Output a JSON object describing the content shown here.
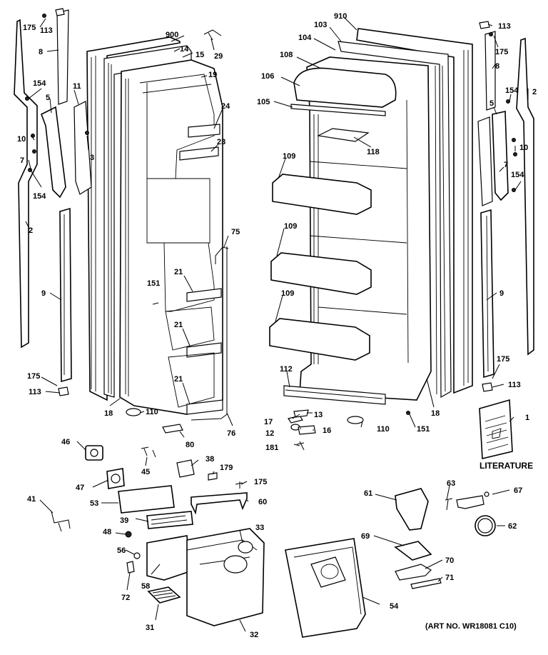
{
  "diagram": {
    "literature_label": "LITERATURE",
    "art_no": "(ART NO. WR18081 C10)",
    "callouts": {
      "c175a": "175",
      "c113a": "113",
      "c900": "900",
      "c14": "14",
      "c15": "15",
      "c29": "29",
      "c8a": "8",
      "c19": "19",
      "c154a": "154",
      "c11": "11",
      "c5a": "5",
      "c24": "24",
      "c10a": "10",
      "c3": "3",
      "c23": "23",
      "c7a": "7",
      "c154b": "154",
      "c2a": "2",
      "c75": "75",
      "c9a": "9",
      "c21a": "21",
      "c151a": "151",
      "c21b": "21",
      "c21c": "21",
      "c175b": "175",
      "c113b": "113",
      "c18a": "18",
      "c110a": "110",
      "c76": "76",
      "c80": "80",
      "c910": "910",
      "c103": "103",
      "c104": "104",
      "c108": "108",
      "c106": "106",
      "c105": "105",
      "c118": "118",
      "c109a": "109",
      "c109b": "109",
      "c109c": "109",
      "c112": "112",
      "c18b": "18",
      "c17": "17",
      "c13": "13",
      "c12": "12",
      "c16": "16",
      "c181": "181",
      "c110b": "110",
      "c151b": "151",
      "c113c": "113",
      "c175c": "175",
      "c8b": "8",
      "c2b": "2",
      "c154c": "154",
      "c5b": "5",
      "c10b": "10",
      "c7b": "7",
      "c154d": "154",
      "c9b": "9",
      "c175d": "175",
      "c113d": "113",
      "c1": "1",
      "c46": "46",
      "c45": "45",
      "c38": "38",
      "c179": "179",
      "c175e": "175",
      "c47": "47",
      "c41": "41",
      "c53": "53",
      "c60": "60",
      "c39": "39",
      "c48": "48",
      "c33": "33",
      "c56": "56",
      "c58": "58",
      "c72": "72",
      "c31": "31",
      "c32": "32",
      "c54": "54",
      "c61": "61",
      "c63": "63",
      "c67": "67",
      "c62": "62",
      "c69": "69",
      "c70": "70",
      "c71": "71"
    }
  }
}
